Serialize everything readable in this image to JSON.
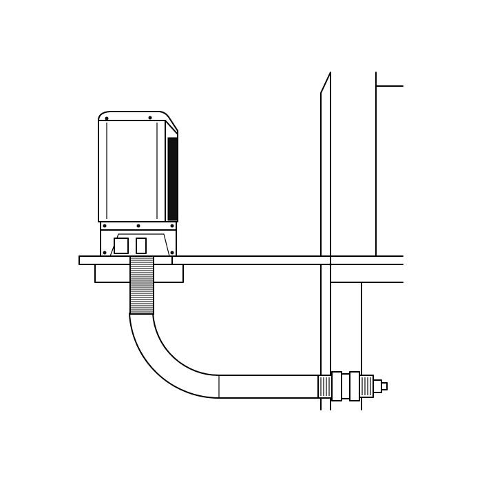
{
  "diagram": {
    "components": [
      "motor-unit",
      "mounting-bracket",
      "shelf",
      "corrugated-hose",
      "bent-pipe",
      "pipe-fitting",
      "wall",
      "cabinet"
    ],
    "colors": {
      "line": "#000000",
      "background": "#ffffff"
    }
  }
}
